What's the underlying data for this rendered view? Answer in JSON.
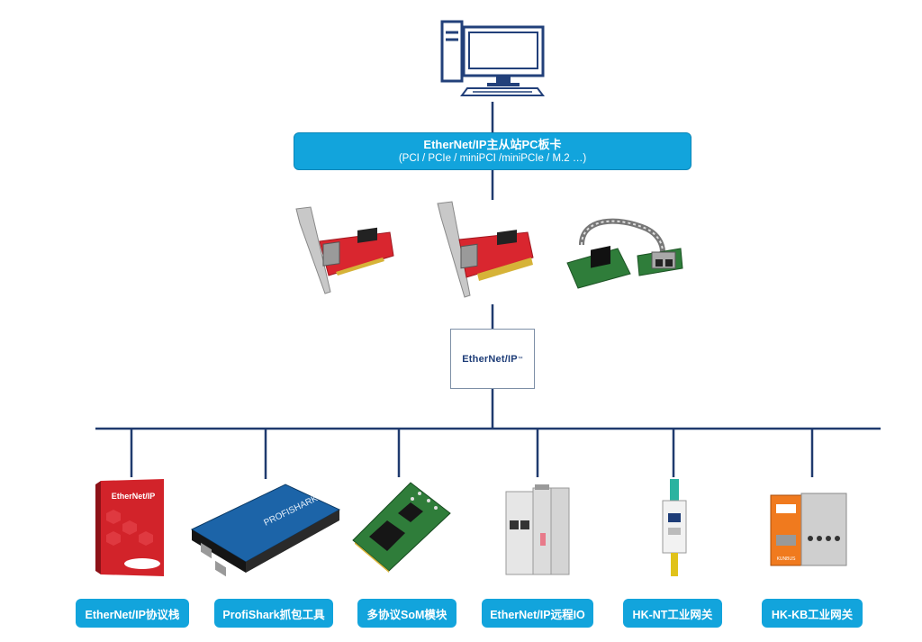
{
  "master_card": {
    "title": "EtherNet/IP主从站PC板卡",
    "subtitle": "(PCI / PCIe / miniPCI /miniPCIe / M.2 …)"
  },
  "network_logo": {
    "text": "EtherNet/IP",
    "trademark": "™"
  },
  "products": [
    {
      "label": "EtherNet/IP协议栈",
      "box_text": "EtherNet/IP"
    },
    {
      "label": "ProfiShark抓包工具",
      "box_text": "PROFISHARK"
    },
    {
      "label": "多协议SoM模块"
    },
    {
      "label": "EtherNet/IP远程IO"
    },
    {
      "label": "HK-NT工业网关"
    },
    {
      "label": "HK-KB工业网关",
      "box_text": "KUNBUS"
    }
  ],
  "colors": {
    "accent": "#12a4dc",
    "line": "#1f3a6e",
    "card_red": "#e0303a"
  },
  "icons": [
    "computer-icon",
    "pci-card-image",
    "pcie-card-image",
    "minipcie-card-image",
    "software-box-image",
    "network-tap-image",
    "som-module-image",
    "remote-io-image",
    "gateway-image"
  ]
}
